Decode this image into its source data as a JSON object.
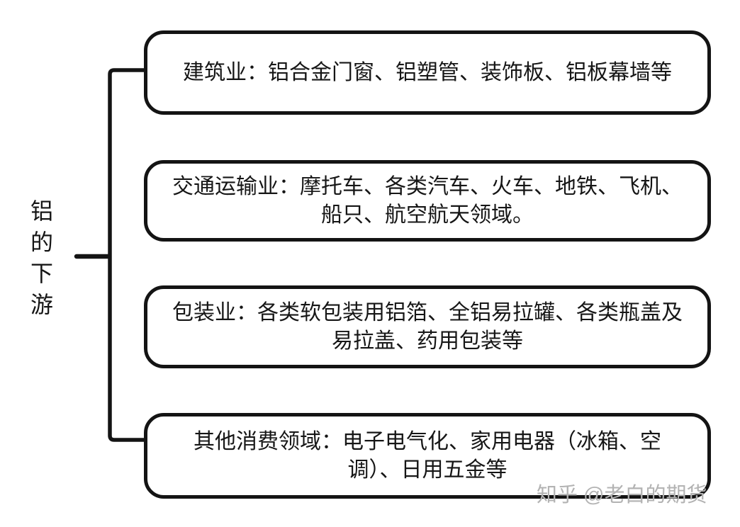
{
  "diagram": {
    "title": "铝的下游",
    "root": {
      "label": "铝的下游",
      "chars": [
        "铝",
        "的",
        "下",
        "游"
      ]
    },
    "boxes": [
      {
        "id": "construction",
        "lines": [
          "建筑业：铝合金门窗、铝塑管、装饰板、铝板幕墙等"
        ]
      },
      {
        "id": "transportation",
        "lines": [
          "交通运输业：摩托车、各类汽车、火车、地铁、飞机、",
          "船只、航空航天领域。"
        ]
      },
      {
        "id": "packaging",
        "lines": [
          "包装业：各类软包装用铝箔、全铝易拉罐、各类瓶盖及",
          "易拉盖、药用包装等"
        ]
      },
      {
        "id": "other-consumer",
        "lines": [
          "其他消费领域：电子电气化、家用电器（冰箱、空",
          "调）、日用五金等"
        ]
      }
    ],
    "watermark": "知乎 @老白的期货",
    "colors": {
      "background": "#ffffff",
      "stroke": "#141414",
      "text": "#161616",
      "watermark": "#b3b3b3"
    }
  }
}
